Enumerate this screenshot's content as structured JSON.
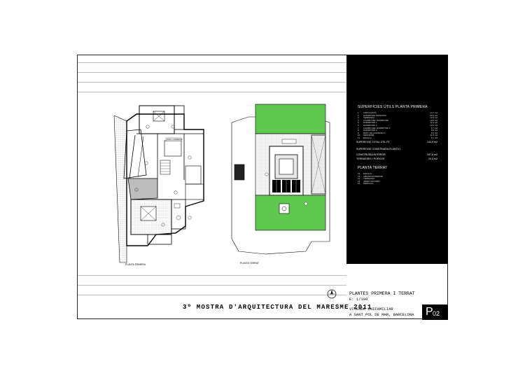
{
  "sheet": {
    "exhibition_title": "3º MOSTRA D'ARQUITECTURA DEL MARESME 2011",
    "plan_labels": {
      "first_floor": "PLANTA PRIMERA",
      "roof": "PLANTA TERRAT"
    },
    "room_callout": "VANO / CORREDOR",
    "title_block": {
      "heading": "PLANTES PRIMERA I TERRAT",
      "scale": "E: 1/100",
      "project": "VIVENDA UNIFAMILIAR",
      "location": "A SANT POL DE MAR, BARCELONA",
      "sheet_code": "P",
      "sheet_number": "02"
    }
  },
  "surfaces": {
    "title": "SUPERFÍCIES ÚTILS PLANTA PRIMERA",
    "rooms": [
      {
        "num": "1",
        "name": "CIRCULACIÓ",
        "area": "14,7 m2"
      },
      {
        "num": "2",
        "name": "DORMITORI PRINCIPAL",
        "area": "25,6 m2"
      },
      {
        "num": "3",
        "name": "TERRASSA",
        "area": "12,4 m2"
      },
      {
        "num": "4",
        "name": "LAVABO DEL DORMITORI",
        "area": "10,6 m2"
      },
      {
        "num": "5",
        "name": "DORMITORI 1",
        "area": "11,0 m2"
      },
      {
        "num": "6",
        "name": "DORMITORI 2",
        "area": "10,2 m2"
      },
      {
        "num": "7",
        "name": "LAVABO DEL DORMITORI 2",
        "area": "5,7 m2"
      },
      {
        "num": "8",
        "name": "DORMITORI 3",
        "area": "9,0 m2"
      },
      {
        "num": "9",
        "name": "BANY DE CORTESIA 2",
        "area": "5,0 m2"
      },
      {
        "num": "10",
        "name": "VESTIDOR",
        "area": "11,9 m2"
      },
      {
        "num": "11",
        "name": "ESCALA",
        "area": "5,7 m2"
      }
    ],
    "total_label": "SUPERFICIE TOTAL ÚTIL P1",
    "total_value": "144,9 m2",
    "built_title": "SUPERFICIE CONSTRUÏDA PLANTA 1",
    "built": [
      {
        "name": "CONSTRUÏDA INTERIOR",
        "area": "157,6 m2"
      },
      {
        "name": "TERRASSES I PORXOS",
        "area": "24,0 m2"
      }
    ],
    "roof_title": "PLANTA TERRAT",
    "roof_items": [
      {
        "num": "12",
        "name": "ESCALA"
      },
      {
        "num": "13",
        "name": "ARMARI EXTERIOR"
      },
      {
        "num": "14",
        "name": "TERRASSA"
      },
      {
        "num": "15",
        "name": "JARDÍ JAPONÈS"
      },
      {
        "num": "16",
        "name": "PÉRGOLA"
      }
    ]
  },
  "colors": {
    "garden": "#5fc94f",
    "panel": "#000000",
    "sheet_border": "#222222",
    "gridline": "#bdbdbd"
  },
  "icons": [
    "north-arrow-icon"
  ]
}
